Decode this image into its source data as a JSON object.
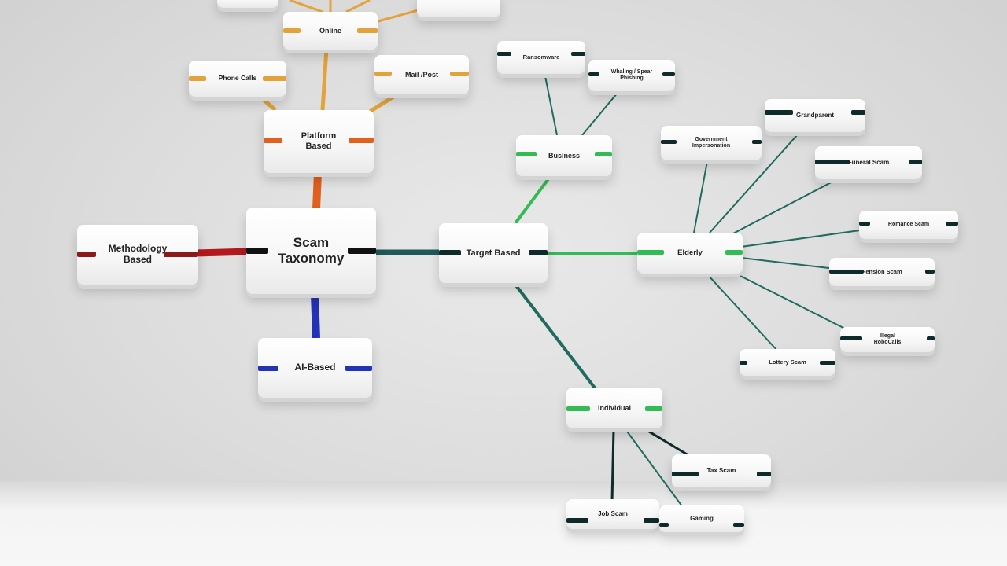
{
  "diagram": {
    "center": "Scam\nTaxonomy",
    "branches": {
      "methodology": "Methodology\nBased",
      "platform": "Platform\nBased",
      "ai": "AI-Based",
      "target": "Target Based"
    },
    "platform_children": {
      "online": "Online",
      "phone": "Phone Calls",
      "mail": "Mail /Post"
    },
    "target_children": {
      "business": "Business",
      "elderly": "Elderly",
      "individual": "Individual"
    },
    "business_children": {
      "ransomware": "Ransomware",
      "whaling": "Whaling / Spear\nPhishing"
    },
    "elderly_children": {
      "government": "Government\nImpersonation",
      "grandparent": "Grandparent",
      "funeral": "Funeral Scam",
      "romance": "Romance Scam",
      "pension": "Pension Scam",
      "robocalls": "Illegal\nRoboCalls",
      "lottery": "Lottery Scam"
    },
    "individual_children": {
      "tax": "Tax Scam",
      "job": "Job Scam",
      "gaming": "Gaming"
    }
  },
  "colors": {
    "center_band": "#111111",
    "methodology": "#8b1a1a",
    "platform": "#e0601e",
    "platform_children": "#e3a33a",
    "ai": "#2233b8",
    "target": "#0e2a2a",
    "target_children": "#33bb55",
    "leaf": "#0e2a2a",
    "leaf_edge": "#1f6b5e"
  }
}
